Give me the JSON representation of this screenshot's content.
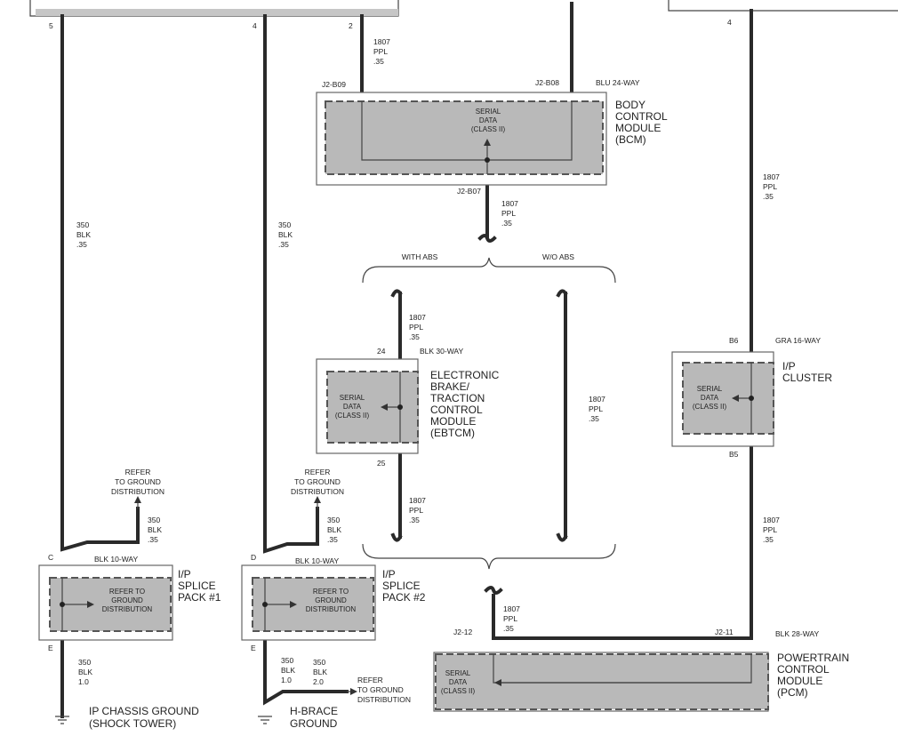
{
  "pins_top": {
    "p5": "5",
    "p4": "4",
    "p2": "2",
    "p4r": "4"
  },
  "wires": {
    "w1807_top": [
      "1807",
      "PPL",
      ".35"
    ],
    "w350_left": [
      "350",
      "BLK",
      ".35"
    ],
    "w350_mid": [
      "350",
      "BLK",
      ".35"
    ],
    "w1807_bcm_down": [
      "1807",
      "PPL",
      ".35"
    ],
    "w1807_right_top": [
      "1807",
      "PPL",
      ".35"
    ],
    "w1807_ebtcm_top": [
      "1807",
      "PPL",
      ".35"
    ],
    "w1807_wo_abs": [
      "1807",
      "PPL",
      ".35"
    ],
    "w1807_ebtcm_bot": [
      "1807",
      "PPL",
      ".35"
    ],
    "w1807_right_bot": [
      "1807",
      "PPL",
      ".35"
    ],
    "w1807_pcm": [
      "1807",
      "PPL",
      ".35"
    ],
    "w350_sp1_up": [
      "350",
      "BLK",
      ".35"
    ],
    "w350_sp2_up": [
      "350",
      "BLK",
      ".35"
    ],
    "w350_sp1_down": [
      "350",
      "BLK",
      "1.0"
    ],
    "w350_sp2_down": [
      "350",
      "BLK",
      "1.0"
    ],
    "w350_sp2_branch": [
      "350",
      "BLK",
      "2.0"
    ]
  },
  "bcm": {
    "pin_left": "J2-B09",
    "pin_right": "J2-B08",
    "pin_bottom": "J2-B07",
    "connector": "BLU 24-WAY",
    "inner": [
      "SERIAL",
      "DATA",
      "(CLASS II)"
    ],
    "name": [
      "BODY",
      "CONTROL",
      "MODULE",
      "(BCM)"
    ]
  },
  "abs": {
    "with": "WITH ABS",
    "without": "W/O ABS"
  },
  "ebtcm": {
    "pin_top": "24",
    "pin_bottom": "25",
    "connector": "BLK 30-WAY",
    "inner": [
      "SERIAL",
      "DATA",
      "(CLASS II)"
    ],
    "name": [
      "ELECTRONIC",
      "BRAKE/",
      "TRACTION",
      "CONTROL",
      "MODULE",
      "(EBTCM)"
    ]
  },
  "cluster": {
    "pin_top": "B6",
    "pin_bottom": "B5",
    "connector": "GRA 16-WAY",
    "inner": [
      "SERIAL",
      "DATA",
      "(CLASS II)"
    ],
    "name": [
      "I/P",
      "CLUSTER"
    ]
  },
  "splice1": {
    "pin_top": "C",
    "pin_bottom": "E",
    "connector": "BLK 10-WAY",
    "inner": [
      "REFER TO",
      "GROUND",
      "DISTRIBUTION"
    ],
    "name": [
      "I/P",
      "SPLICE",
      "PACK #1"
    ],
    "refer": [
      "REFER",
      "TO GROUND",
      "DISTRIBUTION"
    ]
  },
  "splice2": {
    "pin_top": "D",
    "pin_bottom": "E",
    "connector": "BLK 10-WAY",
    "inner": [
      "REFER TO",
      "GROUND",
      "DISTRIBUTION"
    ],
    "name": [
      "I/P",
      "SPLICE",
      "PACK #2"
    ],
    "refer": [
      "REFER",
      "TO GROUND",
      "DISTRIBUTION"
    ],
    "refer_bottom": [
      "REFER",
      "TO GROUND",
      "DISTRIBUTION"
    ]
  },
  "pcm": {
    "pin_left": "J2-12",
    "pin_right": "J2-11",
    "connector": "BLK 28-WAY",
    "inner": [
      "SERIAL",
      "DATA",
      "(CLASS II)"
    ],
    "name": [
      "POWERTRAIN",
      "CONTROL",
      "MODULE",
      "(PCM)"
    ]
  },
  "grounds": {
    "left": [
      "IP CHASSIS GROUND",
      "(SHOCK TOWER)"
    ],
    "right": [
      "H-BRACE",
      "GROUND"
    ]
  }
}
